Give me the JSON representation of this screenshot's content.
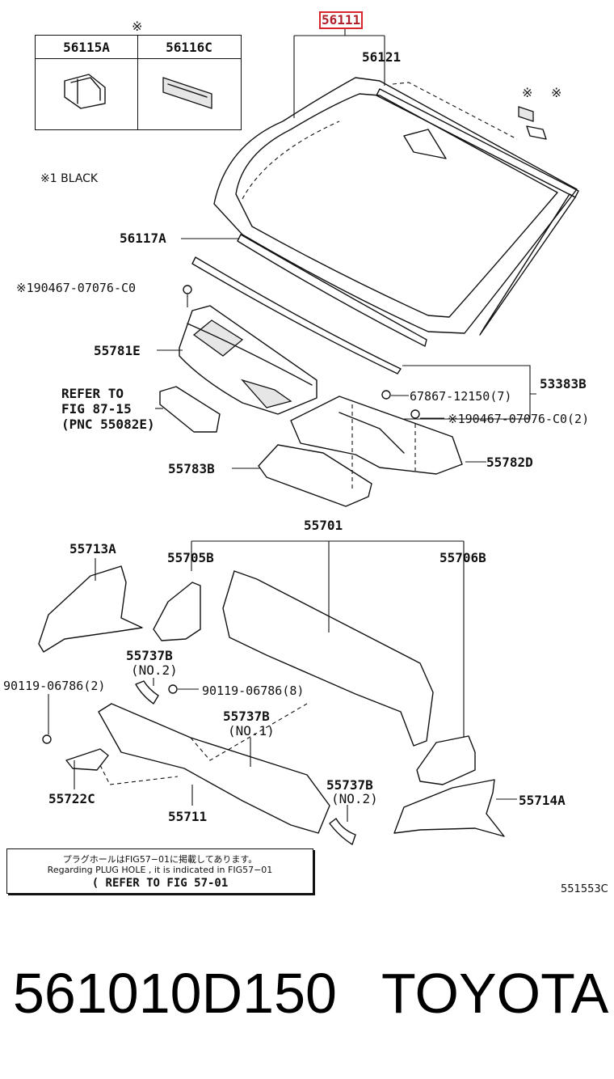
{
  "legend": {
    "mark": "※",
    "col1": "56115A",
    "col2": "56116C",
    "note": "※1 BLACK"
  },
  "labels": {
    "p56111": "56111",
    "p56121": "56121",
    "p56117A": "56117A",
    "p90467_top": "※190467-07076-C0",
    "p55781E": "55781E",
    "refer1": "REFER TO",
    "refer2": "FIG 87-15",
    "refer3": "(PNC 55082E)",
    "p53383B": "53383B",
    "p67867": "67867-12150(7)",
    "p90467_right": "※190467-07076-C0(2)",
    "p55783B": "55783B",
    "p55782D": "55782D",
    "p55701": "55701",
    "p55713A": "55713A",
    "p55705B": "55705B",
    "p55706B": "55706B",
    "p55737B_a": "55737B",
    "p55737B_a_sub": "(NO.2)",
    "p90119_left": "90119-06786(2)",
    "p90119_mid": "90119-06786(8)",
    "p55737B_b": "55737B",
    "p55737B_b_sub": "(NO.1)",
    "p55722C": "55722C",
    "p55711": "55711",
    "p55737B_c": "55737B",
    "p55737B_c_sub": "(NO.2)",
    "p55714A": "55714A",
    "mark1": "※",
    "mark2": "※",
    "fig_code": "551553C"
  },
  "note": {
    "line1": "プラグホールはFIG57−01に掲載してあります。",
    "line2": "Regarding  PLUG HOLE , it is indicated in FIG57−01",
    "line3": "( REFER TO FIG 57-01"
  },
  "caption": {
    "part_number": "561010D150",
    "brand": "TOYOTA"
  },
  "colors": {
    "highlight": "#d9242a",
    "line": "#111111"
  }
}
